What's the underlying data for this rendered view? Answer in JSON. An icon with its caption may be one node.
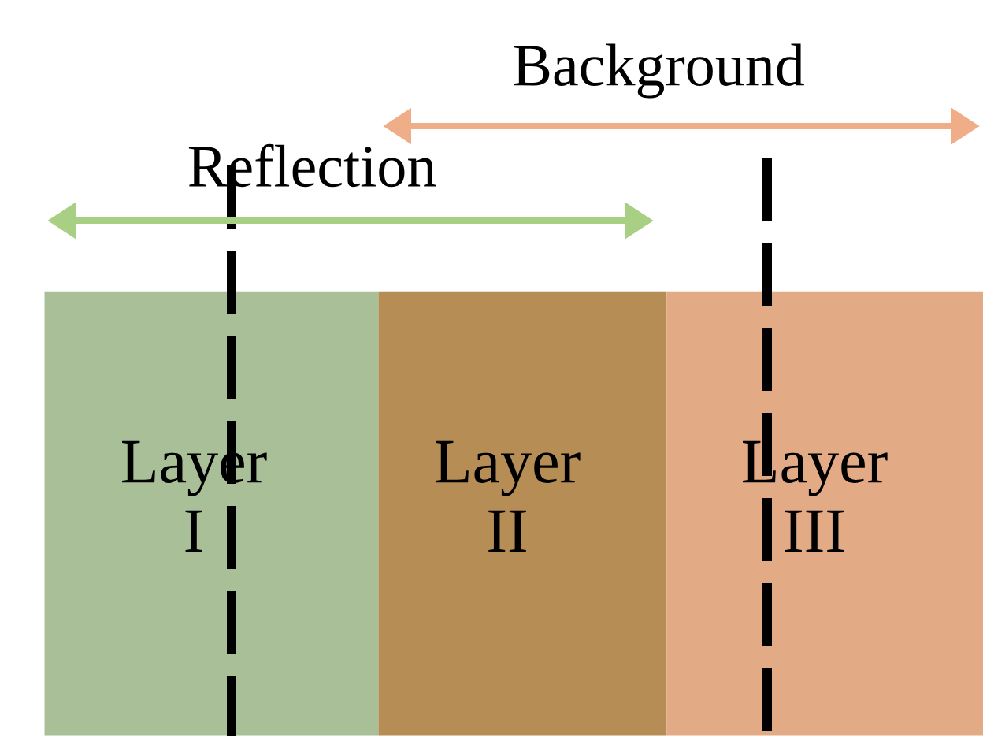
{
  "diagram": {
    "nodes": [
      {
        "text": [
          "Layer I"
        ]
      },
      {
        "text": [
          "Layer II"
        ]
      },
      {
        "text": [
          "Layer III"
        ]
      }
    ],
    "labels": [
      "Background",
      "Reflection"
    ]
  }
}
